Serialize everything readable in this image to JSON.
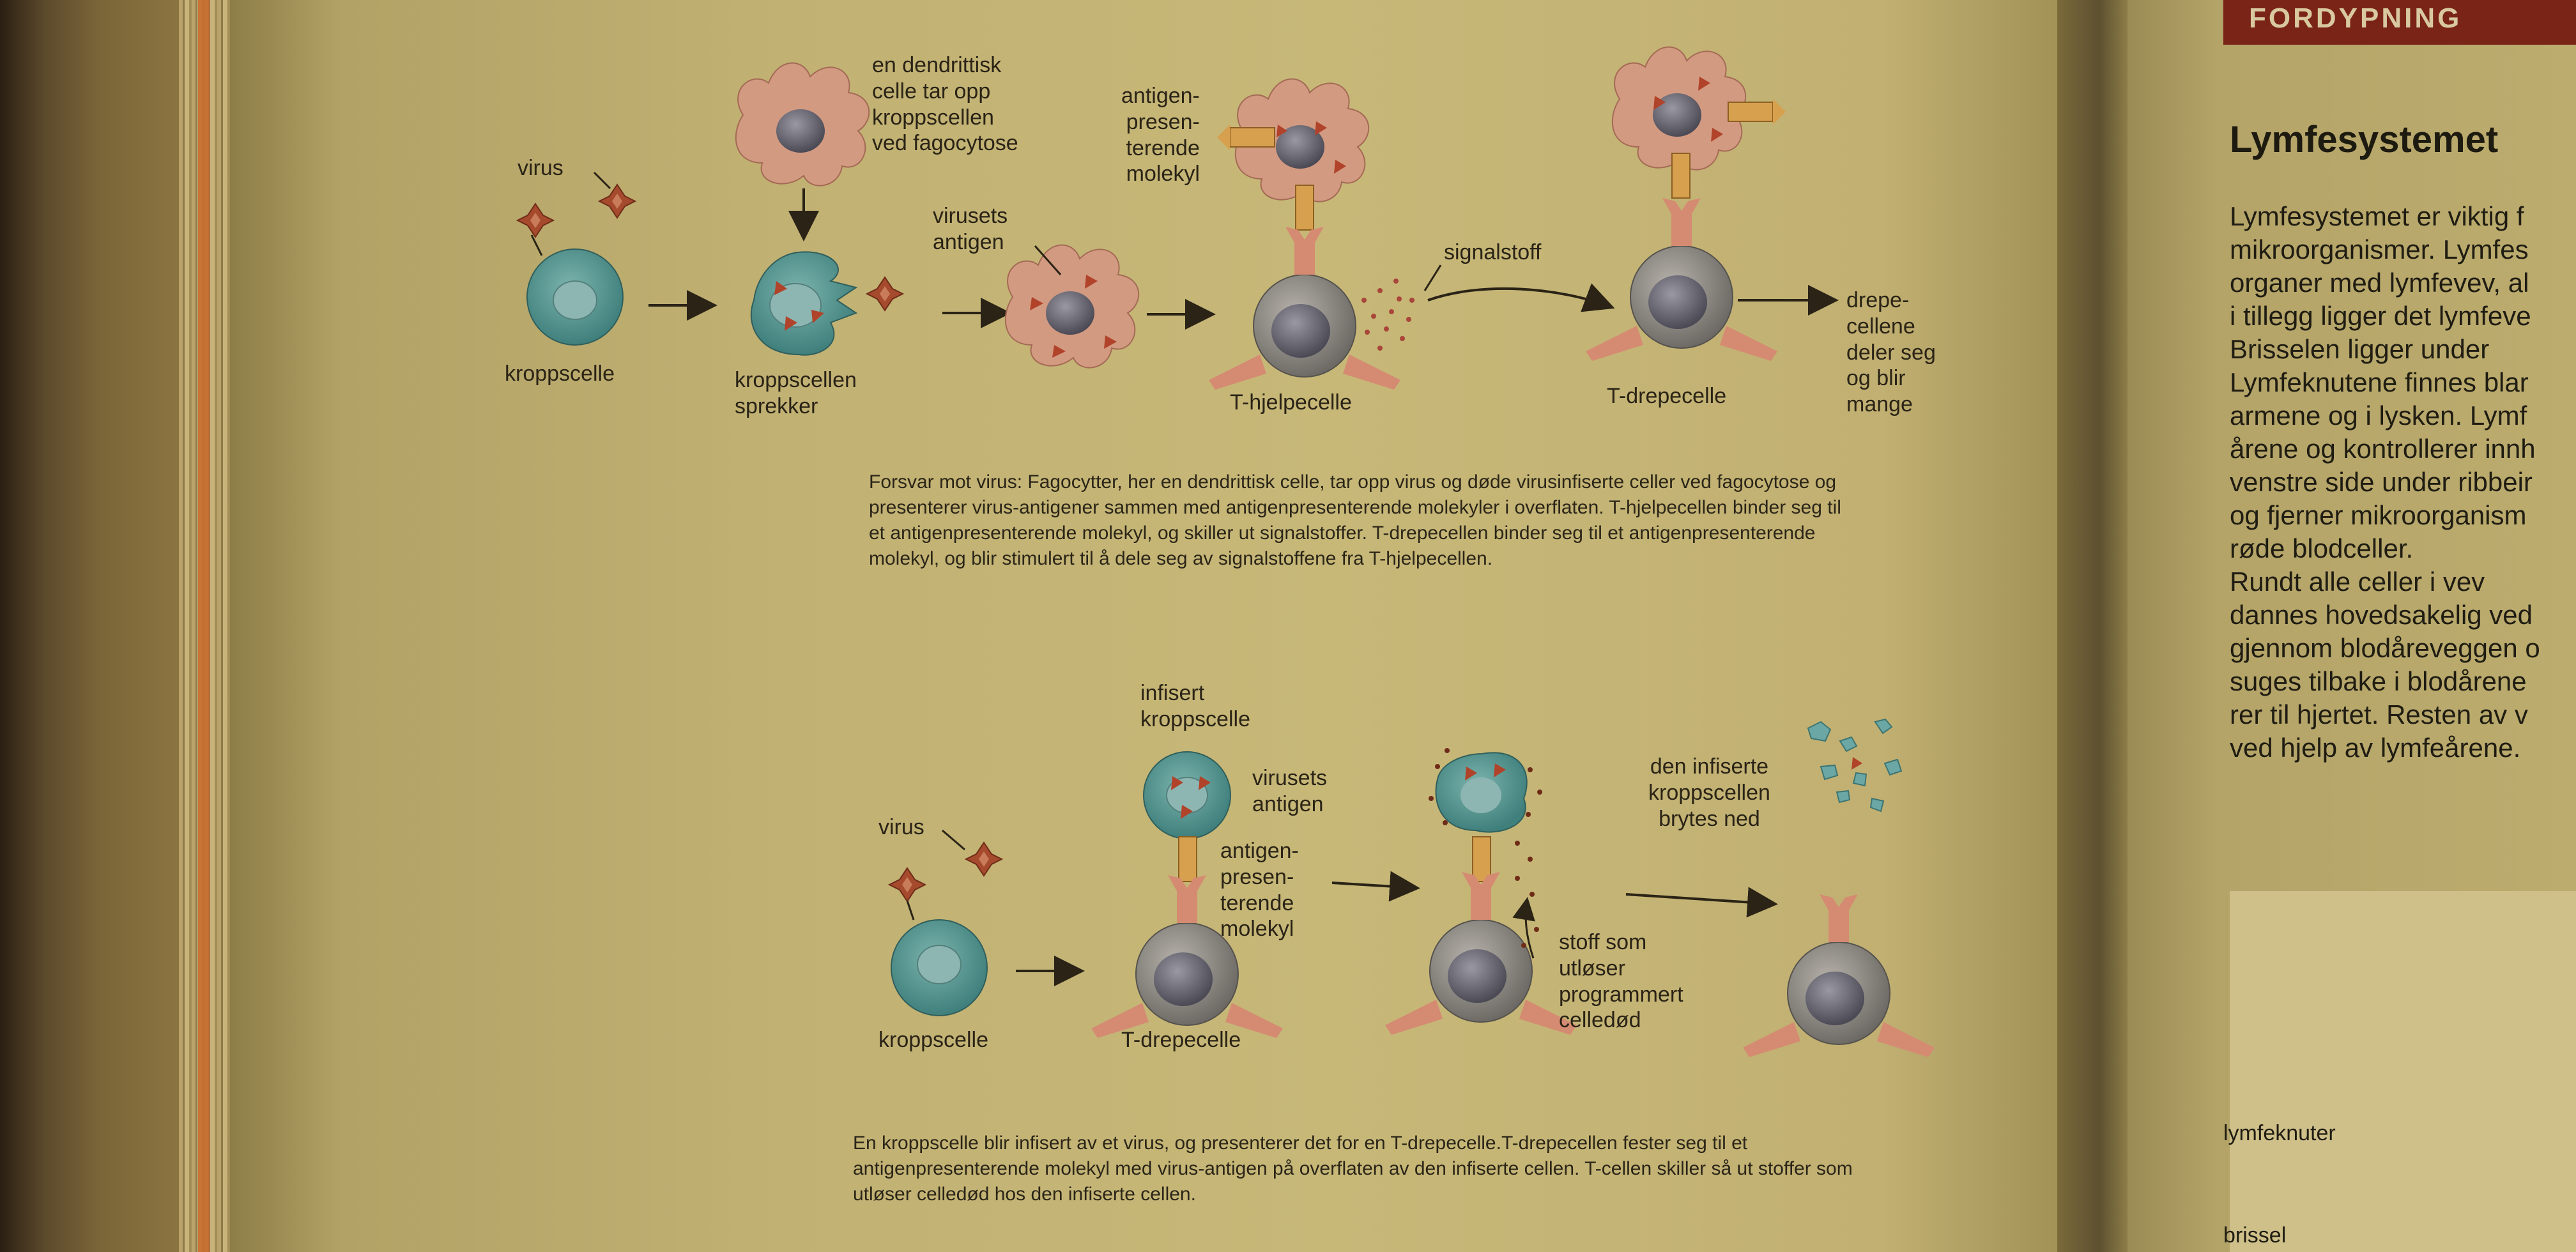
{
  "right_page": {
    "header": "FORDYPNING",
    "title": "Lymfesystemet",
    "lines": [
      "Lymfesystemet er viktig f",
      "mikroorganismer. Lymfes",
      "organer med lymfevev, al",
      "i tillegg ligger det lymfeve",
      "    Brisselen ligger under",
      "Lymfeknutene finnes blar",
      "armene og i lysken. Lymf",
      "årene og kontrollerer innh",
      "venstre side under ribbeir",
      "og fjerner mikroorganism",
      "røde blodceller.",
      "    Rundt alle celler i vev",
      "dannes hovedsakelig ved",
      "gjennom blodåreveggen o",
      "suges tilbake i blodårene",
      "rer til hjertet. Resten av v",
      "ved hjelp av lymfeårene."
    ],
    "diagram_labels": [
      "lymfeknuter",
      "brissel"
    ]
  },
  "figure1": {
    "labels": {
      "virus": "virus",
      "kroppscelle": "kroppscelle",
      "dendritisk": "en dendrittisk\ncelle tar opp\nkroppscellen\nved fagocytose",
      "sprekker": "kroppscellen\nsprekker",
      "antigen": "virusets\nantigen",
      "molekyl": "antigen-\npresen-\nterende\nmolekyl",
      "hjelper": "T-hjelpecelle",
      "signal": "signalstoff",
      "drepe": "T-drepecelle",
      "deler": "drepe-\ncellene\ndeler seg\nog blir\nmange"
    },
    "caption": "Forsvar mot virus: Fagocytter, her en dendrittisk celle, tar opp virus og døde virusinfiserte celler ved fagocytose og presenterer virus-antigener sammen med antigenpresenterende molekyler i overflaten. T-hjelpecellen binder seg til et antigenpresenterende molekyl, og skiller ut signalstoffer. T-drepecellen binder seg til et antigenpresenterende molekyl, og blir stimulert til å dele seg av signalstoffene fra T-hjelpecellen."
  },
  "figure2": {
    "labels": {
      "infisert": "infisert\nkroppscelle",
      "antigen": "virusets\nantigen",
      "virus": "virus",
      "molekyl": "antigen-\npresen-\nterende\nmolekyl",
      "kroppscelle": "kroppscelle",
      "drepe": "T-drepecelle",
      "stoff": "stoff som\nutløser\nprogrammert\ncelledød",
      "brytes": "den infiserte\nkroppscellen\nbrytes ned"
    },
    "caption": "En kroppscelle blir infisert av et virus, og presenterer det for en T-drepecelle.T-drepecellen fester seg til et antigenpresenterende molekyl med virus-antigen på overflaten av den infiserte cellen. T-cellen skiller så ut stoffer som utløser celledød hos den infiserte cellen."
  },
  "colors": {
    "body_cell": "#5f9c98",
    "t_cell": "#8c8a86",
    "dendritic": "#d39a82",
    "receptor": "#c97f5a",
    "virus": "#a64a2d"
  }
}
